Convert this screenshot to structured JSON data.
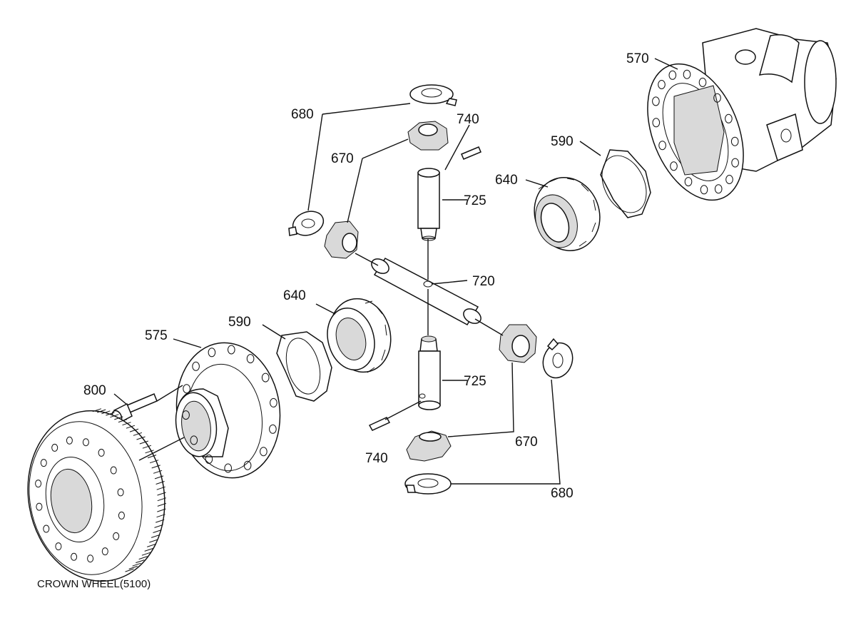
{
  "labels": {
    "housing": "570",
    "cover": "575",
    "crown_wheel": "CROWN WHEEL(5100)",
    "bolt": "800",
    "washer_left": "590",
    "washer_right": "590",
    "side_gear_left": "640",
    "side_gear_right": "640",
    "pinion_top": "670",
    "pinion_bottom": "670",
    "thrust_washer_top": "680",
    "thrust_washer_bottom": "680",
    "cross_shaft": "720",
    "pin_upper": "725",
    "pin_lower": "725",
    "roll_pin_top": "740",
    "roll_pin_bottom": "740"
  }
}
